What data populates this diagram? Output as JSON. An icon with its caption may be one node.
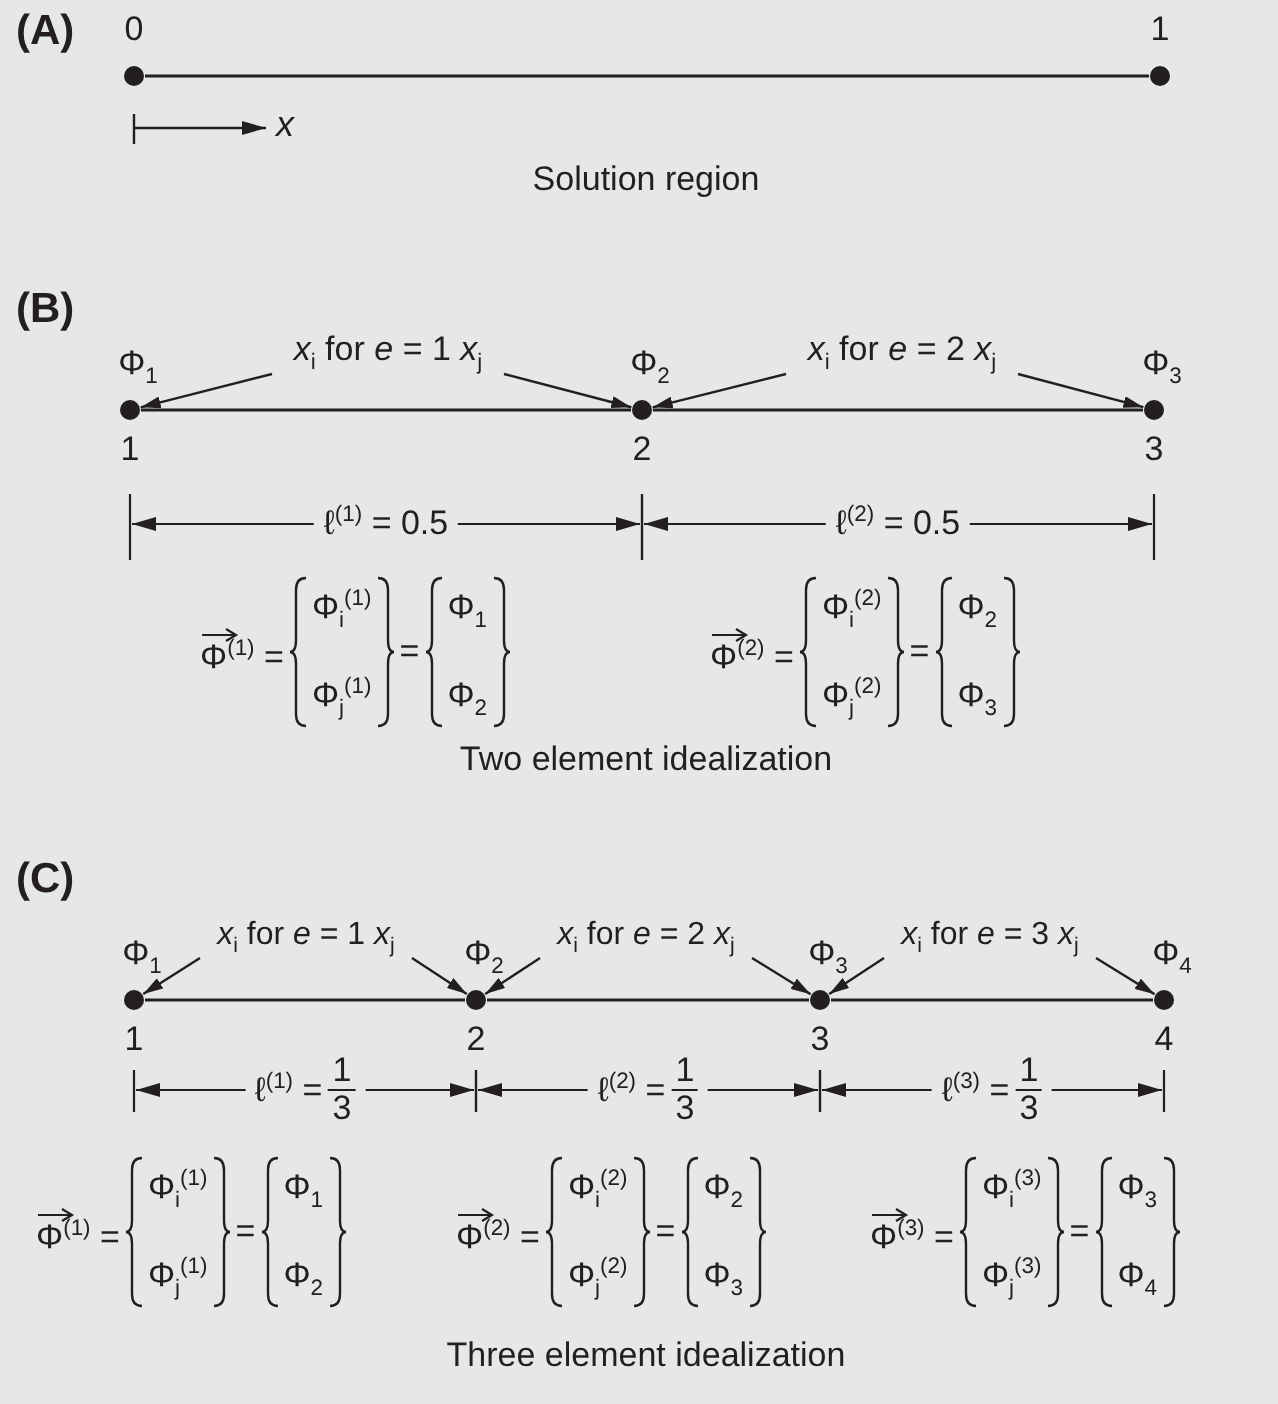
{
  "diagram": {
    "nodes": [
      {
        "text": [],
        "shape": "circle",
        "beside": [
          "0"
        ]
      },
      {
        "text": [],
        "shape": "circle",
        "beside": [
          "1"
        ]
      },
      {
        "text": [],
        "shape": "circle",
        "beside": [
          "Φ$_{1}$",
          "1"
        ]
      },
      {
        "text": [],
        "shape": "circle",
        "beside": [
          "Φ$_{2}$",
          "2"
        ]
      },
      {
        "text": [],
        "shape": "circle",
        "beside": [
          "Φ$_{3}$",
          "3"
        ]
      },
      {
        "text": [
          "*x*$_{i}$ for *e* = 1 *x*$_{j}$"
        ]
      },
      {
        "text": [
          "*x*$_{i}$ for *e* = 2 *x*$_{j}$"
        ]
      },
      {
        "text": [],
        "shape": "circle",
        "beside": [
          "Φ$_{1}$",
          "1"
        ]
      },
      {
        "text": [],
        "shape": "circle",
        "beside": [
          "Φ$_{2}$",
          "2"
        ]
      },
      {
        "text": [],
        "shape": "circle",
        "beside": [
          "Φ$_{3}$",
          "3"
        ]
      },
      {
        "text": [],
        "shape": "circle",
        "beside": [
          "Φ$_{4}$",
          "4"
        ]
      },
      {
        "text": [
          "*x*$_{i}$ for *e* = 1 *x*$_{j}$"
        ]
      },
      {
        "text": [
          "*x*$_{i}$ for *e* = 2 *x*$_{j}$"
        ]
      },
      {
        "text": [
          "*x*$_{i}$ for *e* = 3 *x*$_{j}$"
        ]
      }
    ],
    "edges": [
      {
        "from": 0,
        "to": 1,
        "arrow": "none"
      },
      {
        "from": 2,
        "to": 3,
        "arrow": "none"
      },
      {
        "from": 3,
        "to": 4,
        "arrow": "none"
      },
      {
        "from": 5,
        "to": 2,
        "arrow": "to"
      },
      {
        "from": 5,
        "to": 3,
        "arrow": "to"
      },
      {
        "from": 6,
        "to": 3,
        "arrow": "to"
      },
      {
        "from": 6,
        "to": 4,
        "arrow": "to"
      },
      {
        "from": 7,
        "to": 8,
        "arrow": "none"
      },
      {
        "from": 8,
        "to": 9,
        "arrow": "none"
      },
      {
        "from": 9,
        "to": 10,
        "arrow": "none"
      },
      {
        "from": 11,
        "to": 7,
        "arrow": "to"
      },
      {
        "from": 11,
        "to": 8,
        "arrow": "to"
      },
      {
        "from": 12,
        "to": 8,
        "arrow": "to"
      },
      {
        "from": 12,
        "to": 9,
        "arrow": "to"
      },
      {
        "from": 13,
        "to": 9,
        "arrow": "to"
      },
      {
        "from": 13,
        "to": 10,
        "arrow": "to"
      }
    ],
    "labels": [
      "(A)",
      "x",
      "Solution region",
      "(B)",
      "ℓ$^{(1)}$ = 0.5",
      "ℓ$^{(2)}$ = 0.5",
      "Φ$^{(1)}$ =",
      "Φ$_{i}$$^{(1)}$",
      "Φ$_{j}$$^{(1)}$",
      "=",
      "Φ$_{1}$",
      "Φ$_{2}$",
      "Φ$^{(2)}$ =",
      "Φ$_{i}$$^{(2)}$",
      "Φ$_{j}$$^{(2)}$",
      "=",
      "Φ$_{2}$",
      "Φ$_{3}$",
      "Two element idealization",
      "(C)",
      "ℓ$^{(1)}$ =",
      "1",
      "3",
      "ℓ$^{(2)}$ =",
      "1",
      "3",
      "ℓ$^{(3)}$ =",
      "1",
      "3",
      "Φ$^{(1)}$ =",
      "Φ$_{i}$$^{(1)}$",
      "Φ$_{j}$$^{(1)}$",
      "=",
      "Φ$_{1}$",
      "Φ$_{2}$",
      "Φ$^{(2)}$ =",
      "Φ$_{i}$$^{(2)}$",
      "Φ$_{j}$$^{(2)}$",
      "=",
      "Φ$_{2}$",
      "Φ$_{3}$",
      "Φ$^{(3)}$ =",
      "Φ$_{i}$$^{(3)}$",
      "Φ$_{j}$$^{(3)}$",
      "=",
      "Φ$_{3}$",
      "Φ$_{4}$",
      "Three element idealization"
    ]
  }
}
